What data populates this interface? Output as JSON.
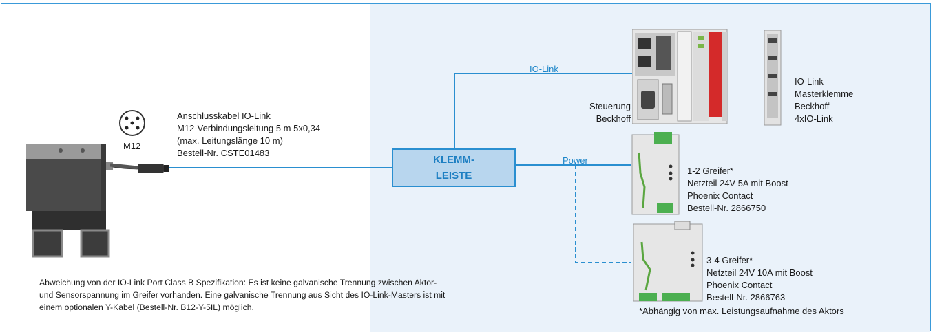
{
  "connector": {
    "label": "M12"
  },
  "cable": {
    "lines": [
      "Anschlusskabel IO-Link",
      "M12-Verbindungsleitung 5 m 5x0,34",
      "(max. Leitungslänge 10 m)",
      "Bestell-Nr. CSTE01483"
    ]
  },
  "terminal": {
    "line1": "KLEMM-",
    "line2": "LEISTE"
  },
  "links": {
    "iolink": "IO-Link",
    "power": "Power"
  },
  "controller": {
    "lines": [
      "Steuerung",
      "Beckhoff"
    ]
  },
  "master": {
    "lines": [
      "IO-Link",
      "Masterklemme",
      "Beckhoff",
      "4xIO-Link"
    ]
  },
  "psu1": {
    "lines": [
      "1-2 Greifer*",
      "Netzteil 24V 5A mit Boost",
      "Phoenix Contact",
      "Bestell-Nr. 2866750"
    ]
  },
  "psu2": {
    "lines": [
      "3-4 Greifer*",
      "Netzteil 24V 10A mit Boost",
      "Phoenix Contact",
      "Bestell-Nr. 2866763"
    ]
  },
  "note_asterisk": "*Abhängig von max. Leistungsaufnahme des Aktors",
  "footnote": {
    "lines": [
      "Abweichung von der IO-Link Port Class B Spezifikation: Es ist keine galvanische Trennung zwischen Aktor-",
      "und Sensorspannung im Greifer vorhanden. Eine galvanische Trennung aus Sicht des IO-Link-Masters ist mit",
      "einem optionalen Y-Kabel (Bestell-Nr. B12-Y-5IL) möglich."
    ]
  },
  "colors": {
    "wire": "#2a8fd0",
    "panel": "#eaf2fa",
    "terminal_fill": "#b8d6ee",
    "module_red": "#d42a2a"
  }
}
